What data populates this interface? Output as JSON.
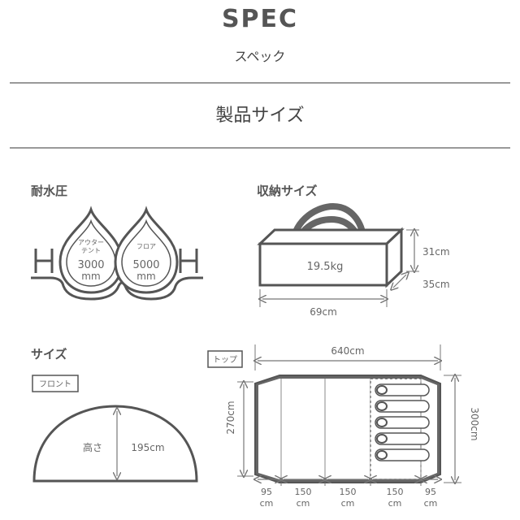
{
  "header": {
    "title": "SPEC",
    "subtitle": "スペック"
  },
  "section": {
    "title": "製品サイズ"
  },
  "water": {
    "label": "耐水圧",
    "left_drop": {
      "name_line1": "アウター",
      "name_line2": "テント",
      "value": "3000",
      "unit": "mm"
    },
    "right_drop": {
      "name": "フロア",
      "value": "5000",
      "unit": "mm"
    },
    "h_symbol": "H"
  },
  "storage": {
    "label": "収納サイズ",
    "weight": "19.5kg",
    "height": "31cm",
    "depth": "35cm",
    "width": "69cm"
  },
  "size": {
    "label": "サイズ",
    "front_tag": "フロント",
    "height_label": "高さ",
    "height_value": "195cm",
    "top_tag": "トップ",
    "total_length": "640cm",
    "inner_width": "270cm",
    "outer_width": "300cm",
    "segments": [
      "95",
      "150",
      "150",
      "150",
      "95"
    ],
    "segment_unit": "cm"
  },
  "colors": {
    "line": "#555555",
    "tent_fill": "#666666",
    "divider": "#999999"
  }
}
